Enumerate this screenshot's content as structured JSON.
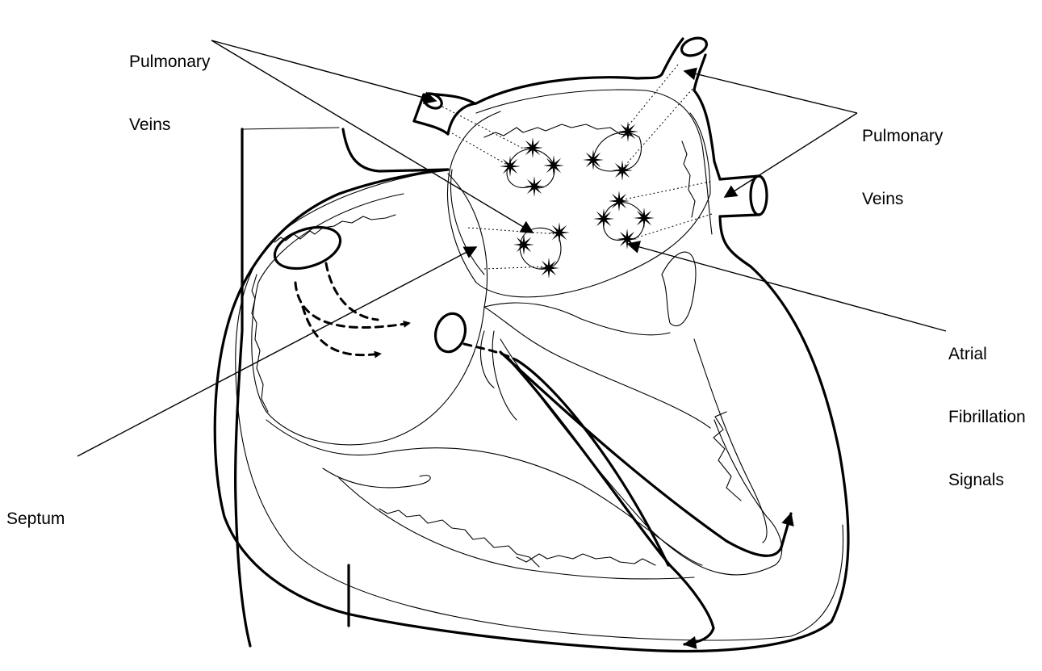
{
  "labels": {
    "pv_top_left_1": "Pulmonary",
    "pv_top_left_2": "Veins",
    "pv_right_1": "Pulmonary",
    "pv_right_2": "Veins",
    "af_1": "Atrial",
    "af_2": "Fibrillation",
    "af_3": "Signals",
    "septum": "Septum"
  },
  "icons": [
    "burst-star-icon",
    "arrowhead-icon"
  ],
  "colors": {
    "ink": "#000000",
    "background": "#ffffff"
  }
}
